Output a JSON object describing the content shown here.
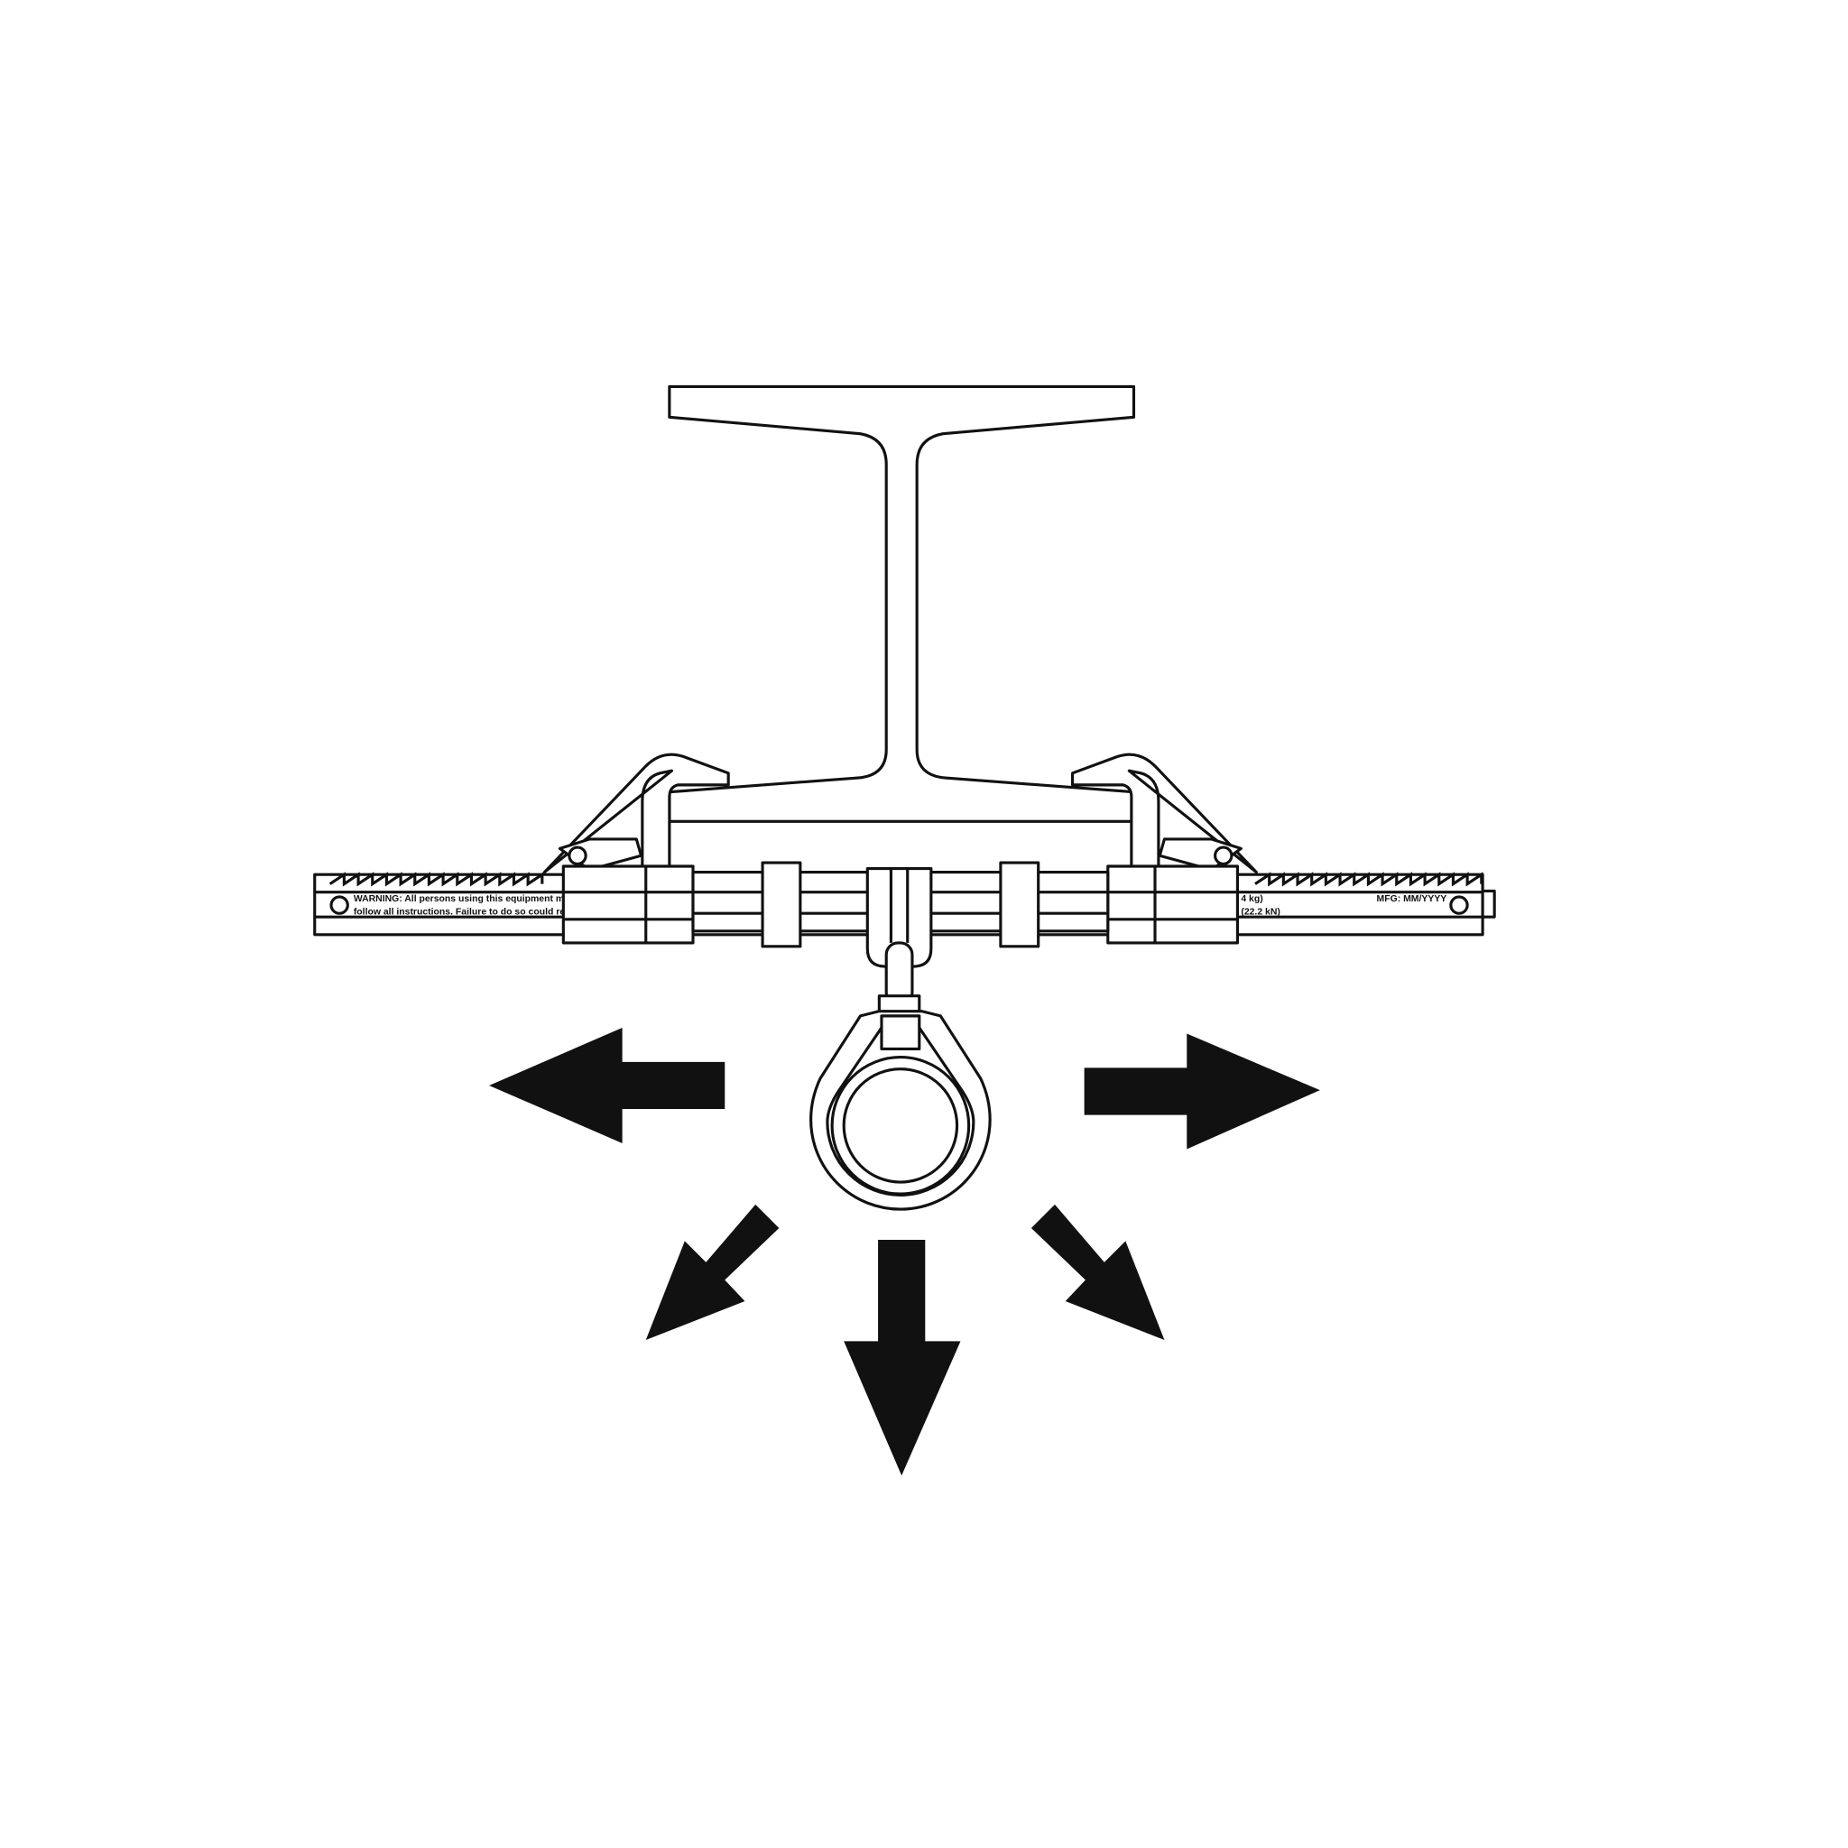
{
  "label": {
    "warning_line1": "WARNING: All persons using this equipment m",
    "warning_line2": "follow all instructions. Failure to do so could re",
    "rating_line1": "4 kg)",
    "rating_line2": "(22.2 kN)",
    "mfg": "MFG: MM/YYYY"
  },
  "colors": {
    "line": "#111111",
    "background": "#ffffff"
  }
}
